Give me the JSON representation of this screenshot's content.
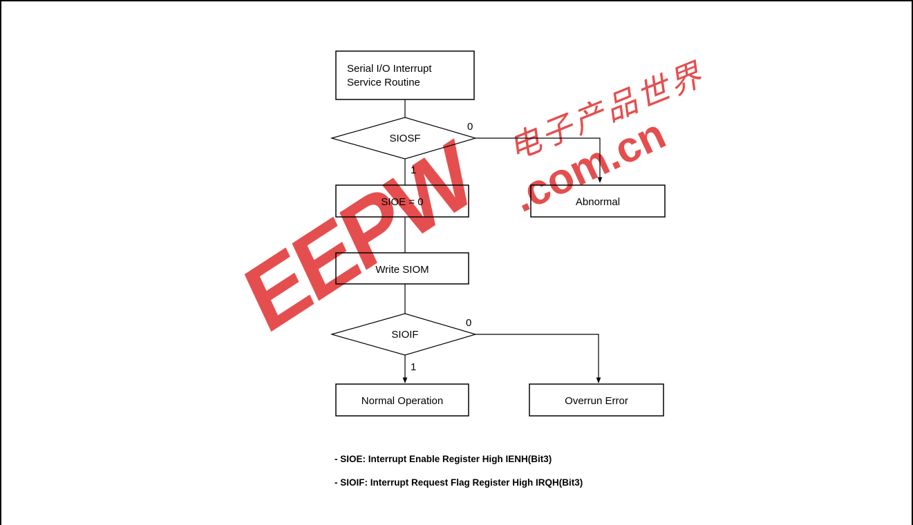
{
  "nodes": {
    "start": "Serial I/O Interrupt\nService Routine",
    "decision_siosf": "SIOSF",
    "set_sioe": "SIOE = 0",
    "abnormal": "Abnormal",
    "write_siom": "Write SIOM",
    "decision_sioif": "SIOIF",
    "normal": "Normal Operation",
    "overrun": "Overrun Error"
  },
  "branch_labels": {
    "siosf_no": "0",
    "siosf_yes": "1",
    "sioif_no": "0",
    "sioif_yes": "1"
  },
  "notes": [
    "- SIOE: Interrupt Enable Register High IENH(Bit3)",
    "- SIOIF: Interrupt Request Flag Register High IRQH(Bit3)"
  ],
  "watermark": {
    "logo": "EEPW",
    "domain": ".com.cn",
    "cjk": "电子产品世界",
    "color": "#e23a3a"
  }
}
